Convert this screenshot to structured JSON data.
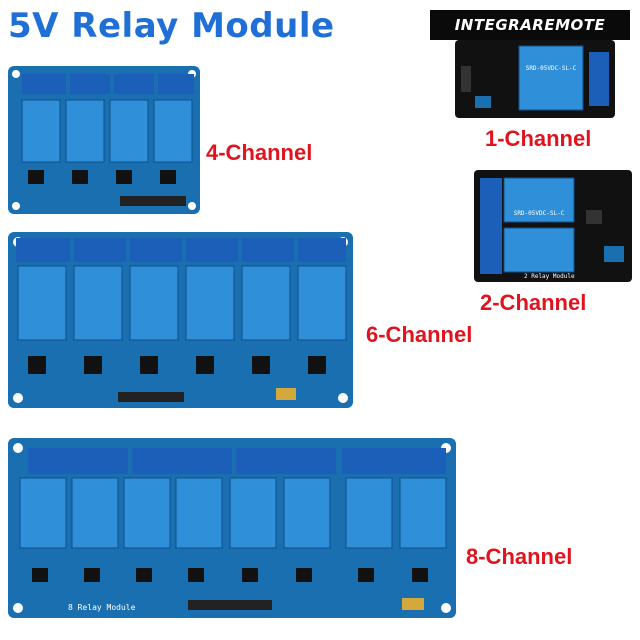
{
  "title": "5V Relay Module",
  "brand": "INTEGRAREMOTE",
  "labels": {
    "four": "4-Channel",
    "one": "1-Channel",
    "two": "2-Channel",
    "six": "6-Channel",
    "eight": "8-Channel"
  },
  "silkscreen": {
    "relay_part": "SRD-05VDC-SL-C",
    "two_relay": "2 Relay Module",
    "eight_relay": "8 Relay Module"
  },
  "colors": {
    "board_blue": "#1a6fb0",
    "relay_blue": "#2f8fd8",
    "terminal_blue": "#1c5fb8",
    "label_red": "#e0141e",
    "title_blue": "#1f6fd6",
    "pcb_black": "#111111"
  }
}
